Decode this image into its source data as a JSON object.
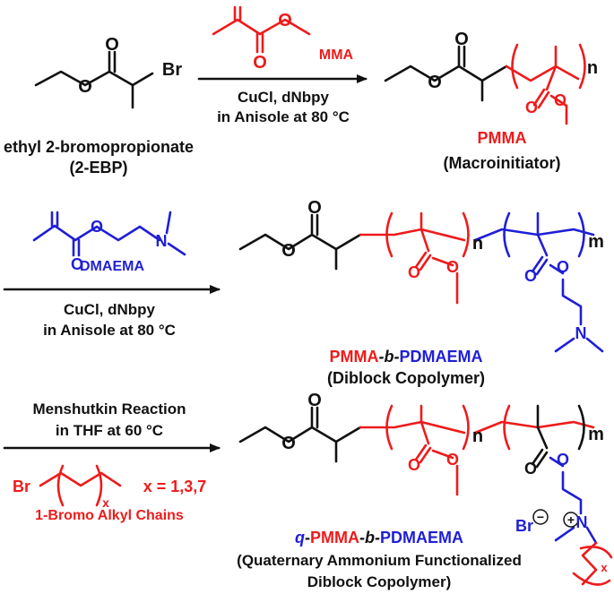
{
  "colors": {
    "black": "#111111",
    "red": "#ee1b1b",
    "blue": "#1f1fd6"
  },
  "step1": {
    "reagent": "MMA",
    "cond1": "CuCl, dNbpy",
    "cond2": "in Anisole at 80 °C",
    "initiator_name": "ethyl 2-bromopropionate",
    "initiator_abbr": "(2-EBP)",
    "product_name": "PMMA",
    "product_desc": "(Macroinitiator)"
  },
  "step2": {
    "reagent": "DMAEMA",
    "cond1": "CuCl, dNbpy",
    "cond2": "in Anisole at 80 °C",
    "product_a": "PMMA",
    "product_b": "-b-",
    "product_c": "PDMAEMA",
    "product_desc": "(Diblock Copolymer)"
  },
  "step3": {
    "cond1": "Menshutkin Reaction",
    "cond2": "in THF at 60 °C",
    "chain_x_values": "x = 1,3,7",
    "chain_label": "1-Bromo Alkyl Chains",
    "product_q": "q",
    "product_dash": "-",
    "product_a": "PMMA",
    "product_b": "-b-",
    "product_c": "PDMAEMA",
    "product_desc1": "(Quaternary Ammonium Functionalized",
    "product_desc2": "Diblock Copolymer)"
  },
  "atoms": {
    "O": "O",
    "Br": "Br",
    "N": "N",
    "n": "n",
    "m": "m",
    "x": "x",
    "plus": "+",
    "minus": "−"
  }
}
